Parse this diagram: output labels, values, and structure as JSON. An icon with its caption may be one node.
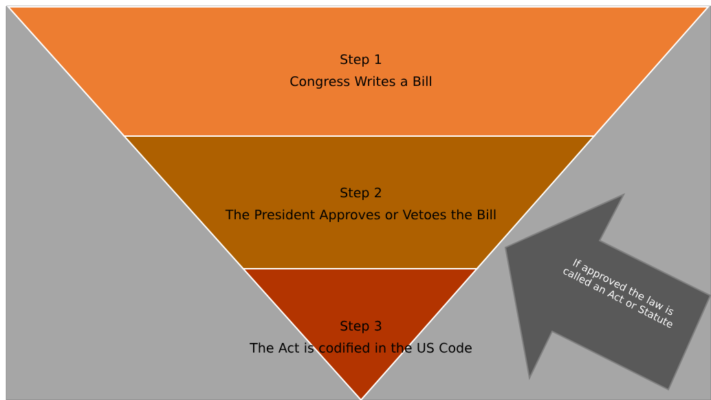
{
  "diagram": {
    "nodes": [
      {
        "text": [
          "Step 1",
          "Congress Writes a Bill"
        ]
      },
      {
        "text": [
          "Step 2",
          "The President Approves or Vetoes the Bill"
        ]
      },
      {
        "text": [
          "Step 3",
          "The Act is codified in the US Code"
        ]
      },
      {
        "text": [
          "If approved the law is called an Act or Statute"
        ]
      }
    ]
  }
}
